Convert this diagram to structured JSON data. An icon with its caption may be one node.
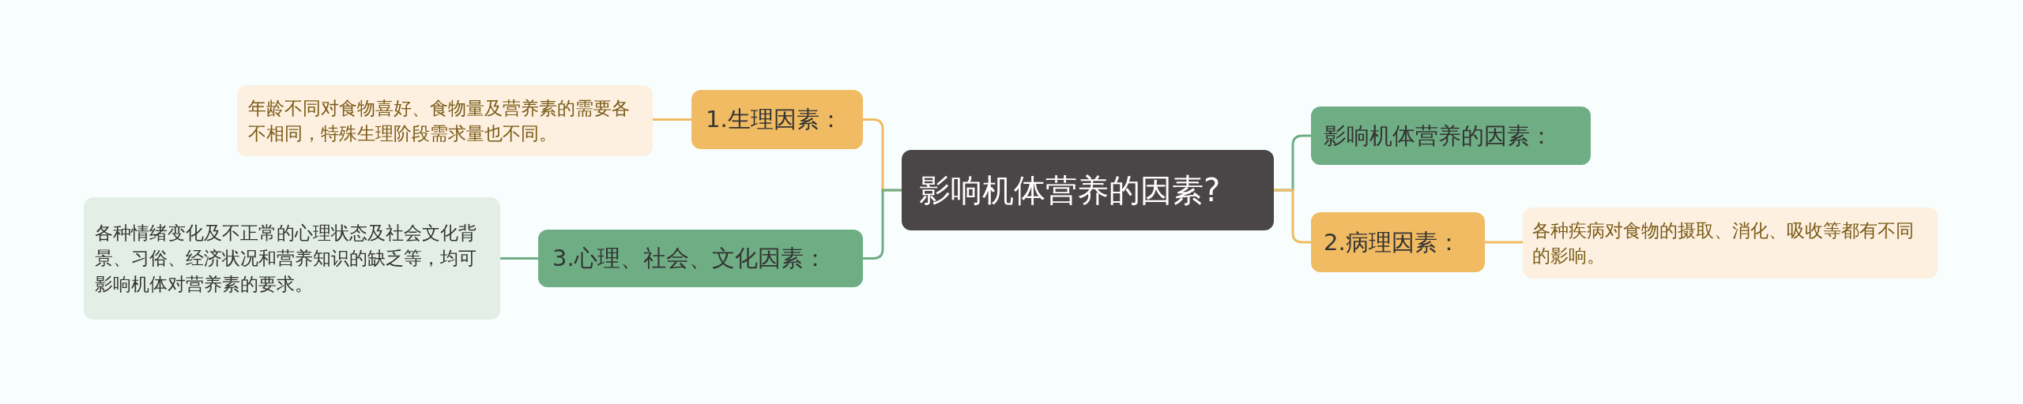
{
  "diagram": {
    "nodes": [
      {
        "text": [
          "影响机体营养的因素?"
        ]
      },
      {
        "text": [
          "1.生理因素："
        ]
      },
      {
        "text": [
          "年龄不同对食物喜好、食物量及营养素的需要各不相同，特殊生理阶段需求量也不同。"
        ]
      },
      {
        "text": [
          "3.心理、社会、文化因素："
        ]
      },
      {
        "text": [
          "各种情绪变化及不正常的心理状态及社会文化背景、习俗、经济状况和营养知识的缺乏等，均可影响机体对营养素的要求。"
        ]
      },
      {
        "text": [
          "影响机体营养的因素："
        ]
      },
      {
        "text": [
          "2.病理因素："
        ]
      },
      {
        "text": [
          "各种疾病对食物的摄取、消化、吸收等都有不同的影响。"
        ]
      }
    ],
    "edges": [
      {
        "from": 0,
        "to": 1,
        "arrow": "none"
      },
      {
        "from": 1,
        "to": 2,
        "arrow": "none"
      },
      {
        "from": 0,
        "to": 3,
        "arrow": "none",
        "color": "#6fae85"
      },
      {
        "from": 3,
        "to": 4,
        "arrow": "none",
        "color": "#6fae85"
      },
      {
        "from": 0,
        "to": 5,
        "arrow": "none",
        "color": "#6fae85"
      },
      {
        "from": 0,
        "to": 6,
        "arrow": "none"
      },
      {
        "from": 6,
        "to": 7,
        "arrow": "none"
      }
    ]
  }
}
